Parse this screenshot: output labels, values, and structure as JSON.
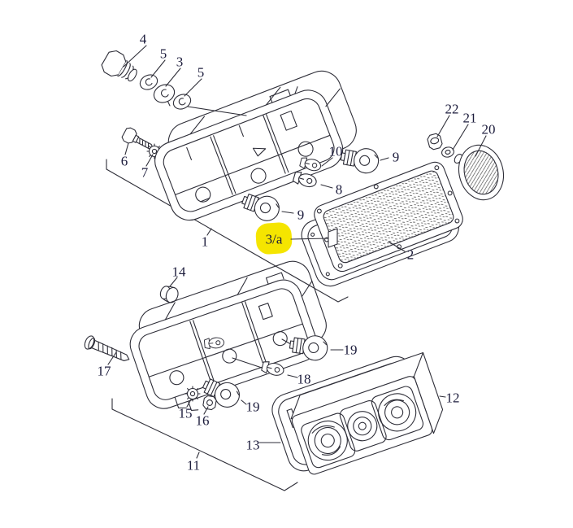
{
  "diagram": {
    "title": "exploded-parts-diagram-tail-lamps",
    "background_color": "#ffffff",
    "line_color": "#2e2e38",
    "label_color": "#1c1c3c",
    "highlighted_part": "3/a",
    "highlight_color": "#f5e500",
    "labels": {
      "p1": "1",
      "p2": "2",
      "p3": "3",
      "p3a": "3/a",
      "p4": "4",
      "p5a": "5",
      "p5b": "5",
      "p6": "6",
      "p7": "7",
      "p8": "8",
      "p9a": "9",
      "p9b": "9",
      "p10": "10",
      "p11": "11",
      "p12": "12",
      "p13": "13",
      "p14": "14",
      "p15": "15",
      "p16": "16",
      "p17": "17",
      "p18": "18",
      "p19a": "19",
      "p19b": "19",
      "p20": "20",
      "p21": "21",
      "p22": "22"
    }
  }
}
